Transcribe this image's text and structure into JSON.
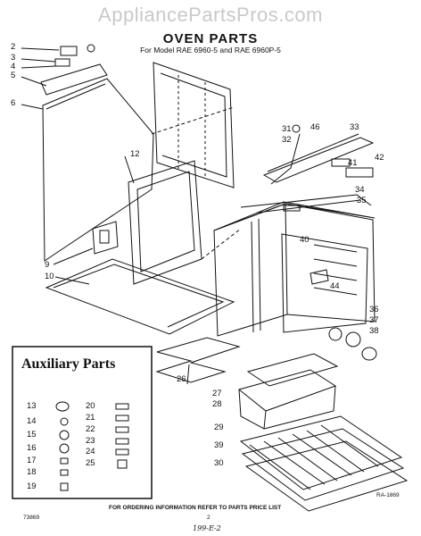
{
  "watermark": "AppliancePartsPros.com",
  "header": {
    "title": "OVEN PARTS",
    "subtitle": "For Model RAE 6960-5 and RAE 6960P-5"
  },
  "callouts": [
    {
      "id": "c2",
      "text": "2"
    },
    {
      "id": "c3",
      "text": "3"
    },
    {
      "id": "c4",
      "text": "4"
    },
    {
      "id": "c5",
      "text": "5"
    },
    {
      "id": "c6",
      "text": "6"
    },
    {
      "id": "c12",
      "text": "12"
    },
    {
      "id": "c9",
      "text": "9"
    },
    {
      "id": "c10",
      "text": "10"
    },
    {
      "id": "c31",
      "text": "31"
    },
    {
      "id": "c46",
      "text": "46"
    },
    {
      "id": "c32",
      "text": "32"
    },
    {
      "id": "c33",
      "text": "33"
    },
    {
      "id": "c41",
      "text": "41"
    },
    {
      "id": "c42",
      "text": "42"
    },
    {
      "id": "c34",
      "text": "34"
    },
    {
      "id": "c35",
      "text": "35"
    },
    {
      "id": "c40",
      "text": "40"
    },
    {
      "id": "c44",
      "text": "44"
    },
    {
      "id": "c36",
      "text": "36"
    },
    {
      "id": "c37",
      "text": "37"
    },
    {
      "id": "c38",
      "text": "38"
    },
    {
      "id": "c27",
      "text": "27"
    },
    {
      "id": "c28",
      "text": "28"
    },
    {
      "id": "c26",
      "text": "26"
    },
    {
      "id": "c29",
      "text": "29"
    },
    {
      "id": "c39",
      "text": "39"
    },
    {
      "id": "c30",
      "text": "30"
    }
  ],
  "auxiliary": {
    "title": "Auxiliary Parts",
    "items": [
      {
        "id": "a13",
        "text": "13"
      },
      {
        "id": "a14",
        "text": "14"
      },
      {
        "id": "a15",
        "text": "15"
      },
      {
        "id": "a16",
        "text": "16"
      },
      {
        "id": "a17",
        "text": "17"
      },
      {
        "id": "a18",
        "text": "18"
      },
      {
        "id": "a19",
        "text": "19"
      },
      {
        "id": "a20",
        "text": "20"
      },
      {
        "id": "a21",
        "text": "21"
      },
      {
        "id": "a22",
        "text": "22"
      },
      {
        "id": "a23",
        "text": "23"
      },
      {
        "id": "a24",
        "text": "24"
      },
      {
        "id": "a25",
        "text": "25"
      }
    ]
  },
  "footer": {
    "note": "FOR ORDERING INFORMATION REFER TO PARTS PRICE LIST",
    "left_code": "73869",
    "page_number": "2",
    "handwritten": "199-E-2",
    "right_code": "RA-1869"
  }
}
